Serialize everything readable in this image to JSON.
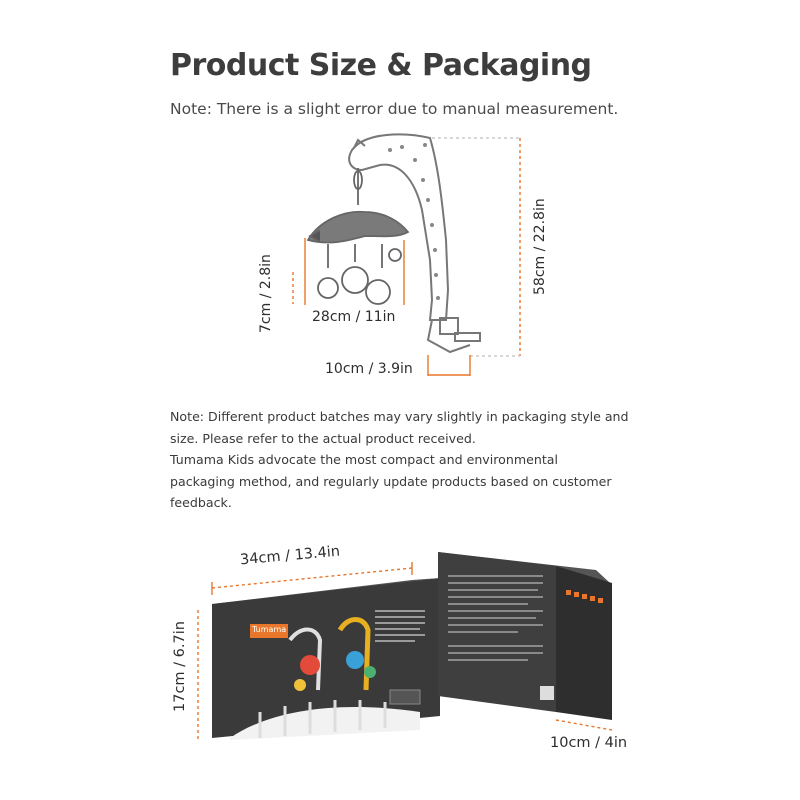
{
  "title": "Product Size & Packaging",
  "note_measurement": "Note: There is a slight error due to manual measurement.",
  "product_dims": {
    "height": "58cm / 22.8in",
    "mobile_height": "7cm / 2.8in",
    "mobile_width": "28cm / 11in",
    "clamp_width": "10cm / 3.9in"
  },
  "note_packaging": [
    "Note: Different product batches may vary slightly in packaging style and",
    "size. Please refer to the actual product received.",
    "Tumama Kids advocate the most compact and environmental",
    "packaging method, and regularly update products based on customer",
    "feedback."
  ],
  "box_dims": {
    "length": "34cm / 13.4in",
    "height": "17cm / 6.7in",
    "depth": "10cm / 4in"
  },
  "brand_logo": "Tumama",
  "colors": {
    "accent": "#e8762b",
    "box": "#3a3a3a",
    "text": "#3d3d3d"
  }
}
